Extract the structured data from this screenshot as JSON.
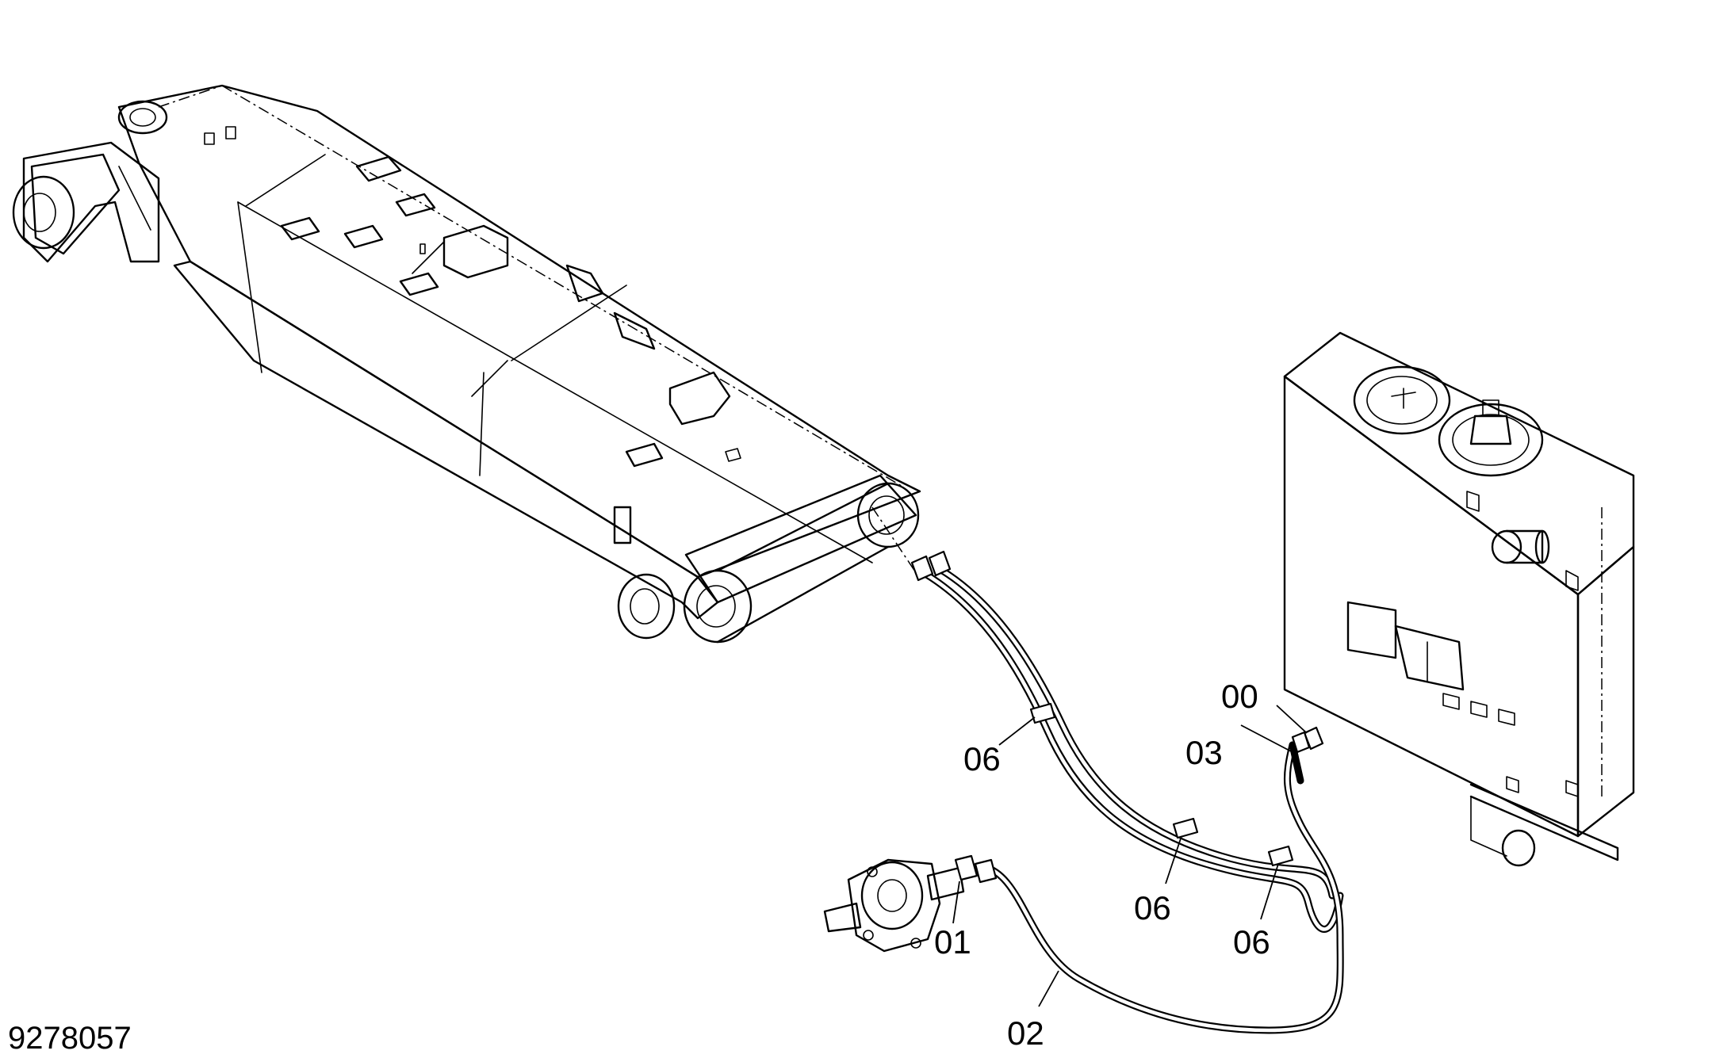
{
  "drawing_number": "9278057",
  "callouts": {
    "part_00": "00",
    "part_01": "01",
    "part_02": "02",
    "part_03": "03",
    "part_06_a": "06",
    "part_06_b": "06",
    "part_06_c": "06"
  }
}
